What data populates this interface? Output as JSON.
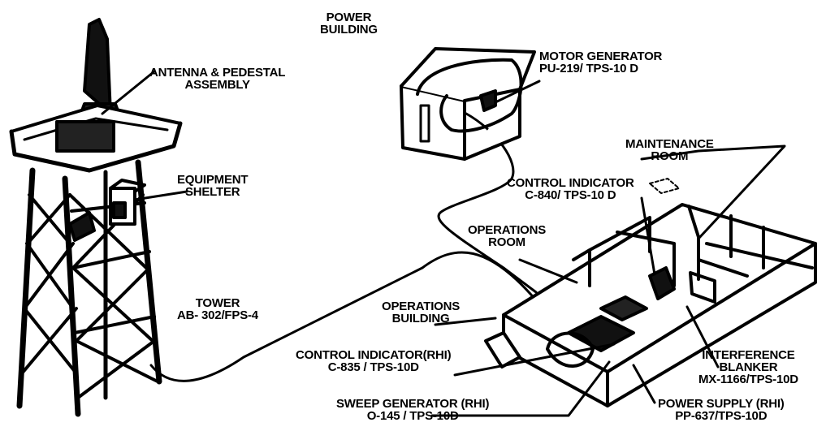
{
  "labels": {
    "power_building": [
      "POWER",
      "BUILDING"
    ],
    "motor_generator": [
      "MOTOR GENERATOR",
      "PU-219/ TPS-10 D"
    ],
    "antenna": [
      "ANTENNA & PEDESTAL",
      "ASSEMBLY"
    ],
    "maintenance_room": [
      "MAINTENANCE",
      "ROOM"
    ],
    "control_indicator": [
      "CONTROL INDICATOR",
      "C-840/ TPS-10 D"
    ],
    "equipment_shelter": [
      "EQUIPMENT",
      "SHELTER"
    ],
    "operations_room": [
      "OPERATIONS",
      "ROOM"
    ],
    "tower": [
      "TOWER",
      "AB- 302/FPS-4"
    ],
    "operations_building": [
      "OPERATIONS",
      "BUILDING"
    ],
    "control_indicator_rhi": [
      "CONTROL INDICATOR(RHI)",
      "C-835 / TPS-10D"
    ],
    "interference_blanker": [
      "INTERFERENCE",
      "BLANKER",
      "MX-1166/TPS-10D"
    ],
    "sweep_generator_rhi": [
      "SWEEP GENERATOR (RHI)",
      "O-145 / TPS-10D"
    ],
    "power_supply_rhi": [
      "POWER SUPPLY (RHI)",
      "PP-637/TPS-10D"
    ]
  }
}
